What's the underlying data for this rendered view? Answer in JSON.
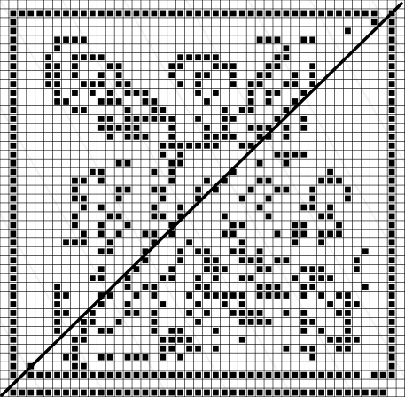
{
  "chart": {
    "kind": "filet-crochet-style grid pattern",
    "columns": 46,
    "rows": 45,
    "colors": {
      "background": "#ffffff",
      "grid_line": "#000000",
      "filled_square": "#000000",
      "diagonal_line": "#000000",
      "watermark": "#d9d9d9"
    },
    "diagonal": {
      "from": "bottom-left",
      "to": "top-right"
    },
    "filled_rows": [
      "..............................................",
      ".##########################################.#.",
      ".#........................................#.#.",
      ".#.....................................#....#.",
      ".#....####...................###..##........#.",
      ".#....#.........................#...........#.",
      ".#...#..####........#####......##...........#.",
      ".#...##.#...##.....##...###...##...#........#.",
      ".#...##.#..#.#.....#..##..#..##..#.#........#.",
      ".#...##..###.##.....#.#...#.##..##.#........#.",
      ".#....#.#.#.#.###.....#.#...#.##..#.........#.",
      ".#....##...###..##.....#....#.#..#..........#.",
      ".#......##....#..##......#.##...#...........#.",
      ".#.........##.######..#..##....#..#.........#.",
      ".#.........#####...#...#.#..###.#.#.........#.",
      ".#..........#.###..#...####..##.#...........#.",
      ".#................#######..##...............#.",
      ".#................#.#..........####.........#.",
      ".#...........##....##........#..#...........#.",
      ".#........##.....#.#......#..........#......#.",
      ".#......##.#.......#...#.#...##.....###.....#.",
      ".#......#....##..##...#.#...#..##..#...#....#.",
      ".#......##...#....#...#....#..#....#...#....#.",
      ".#.......#.#.....#..#........#....##.#......#.",
      ".#......#...##...##.#....#....#.....##......#.",
      ".#......#..#..#....#......##.....##...#.....#.",
      ".#.......#.#.#..##.#.....##....#.##.###.....#.",
      ".#.....###..#....#...#.....#.....#..#.......#.",
      ".#.........##...#...#.##..##.#...........#..#.",
      ".#..............#...#..##..###.##.......#...#.",
      ".#.........#...#...#...###...##...###...#...#.",
      ".#........##..#...##..#.#..##....#.###......#.",
      ".#....#.......#.##....##.....###..##.....#..#.",
      ".#....##...##..#.#...#.#####.####.#.#.##....#.",
      ".#....#....#..#...#...#..#.#.........#.##...#.",
      ".#....##..#...##.#...#.#..####..#.#...##....#.",
      ".#....#..##..#...#....#....####...##...#....#.",
      ".#....#..#.##....#.##...#.........#.#..#....#.",
      ".#......##........####.....#.........####...#.",
      ".#......#.........##.##.#.......#.##..##....#.",
      ".#.....##..##.###.#.#..............#........#.",
      ".#.#....##..................................#.",
      ".#.######################################.###.",
      "..............................................",
      ".###########################################.."
    ]
  }
}
